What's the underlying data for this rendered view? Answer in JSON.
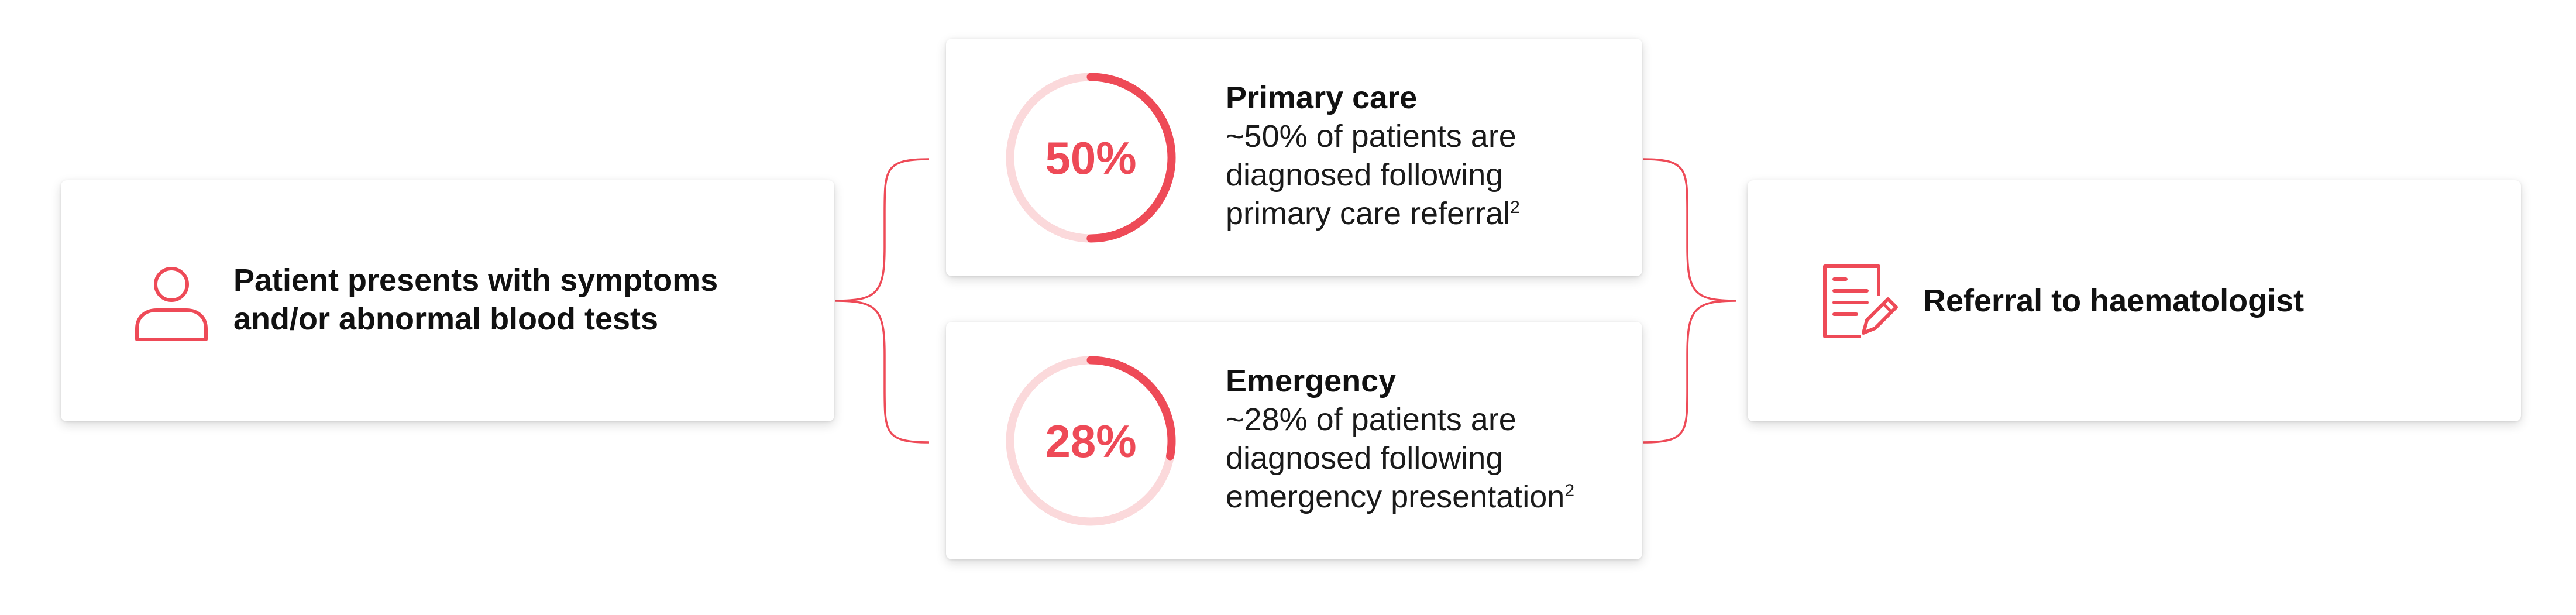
{
  "start": {
    "label_line1": "Patient presents with symptoms",
    "label_line2": "and/or abnormal blood tests",
    "icon": "person-icon"
  },
  "paths": [
    {
      "percent_label": "50%",
      "percent_value": 50,
      "title": "Primary care",
      "desc_line1": "~50% of patients are",
      "desc_line2": "diagnosed following",
      "desc_line3": "primary care referral",
      "footnote": "2"
    },
    {
      "percent_label": "28%",
      "percent_value": 28,
      "title": "Emergency",
      "desc_line1": "~28% of patients are",
      "desc_line2": "diagnosed following",
      "desc_line3": "emergency presentation",
      "footnote": "2"
    }
  ],
  "end": {
    "label": "Referral to haematologist",
    "icon": "document-edit-icon"
  },
  "colors": {
    "accent": "#ee4a57",
    "track": "#fbd9db",
    "text": "#111111"
  }
}
